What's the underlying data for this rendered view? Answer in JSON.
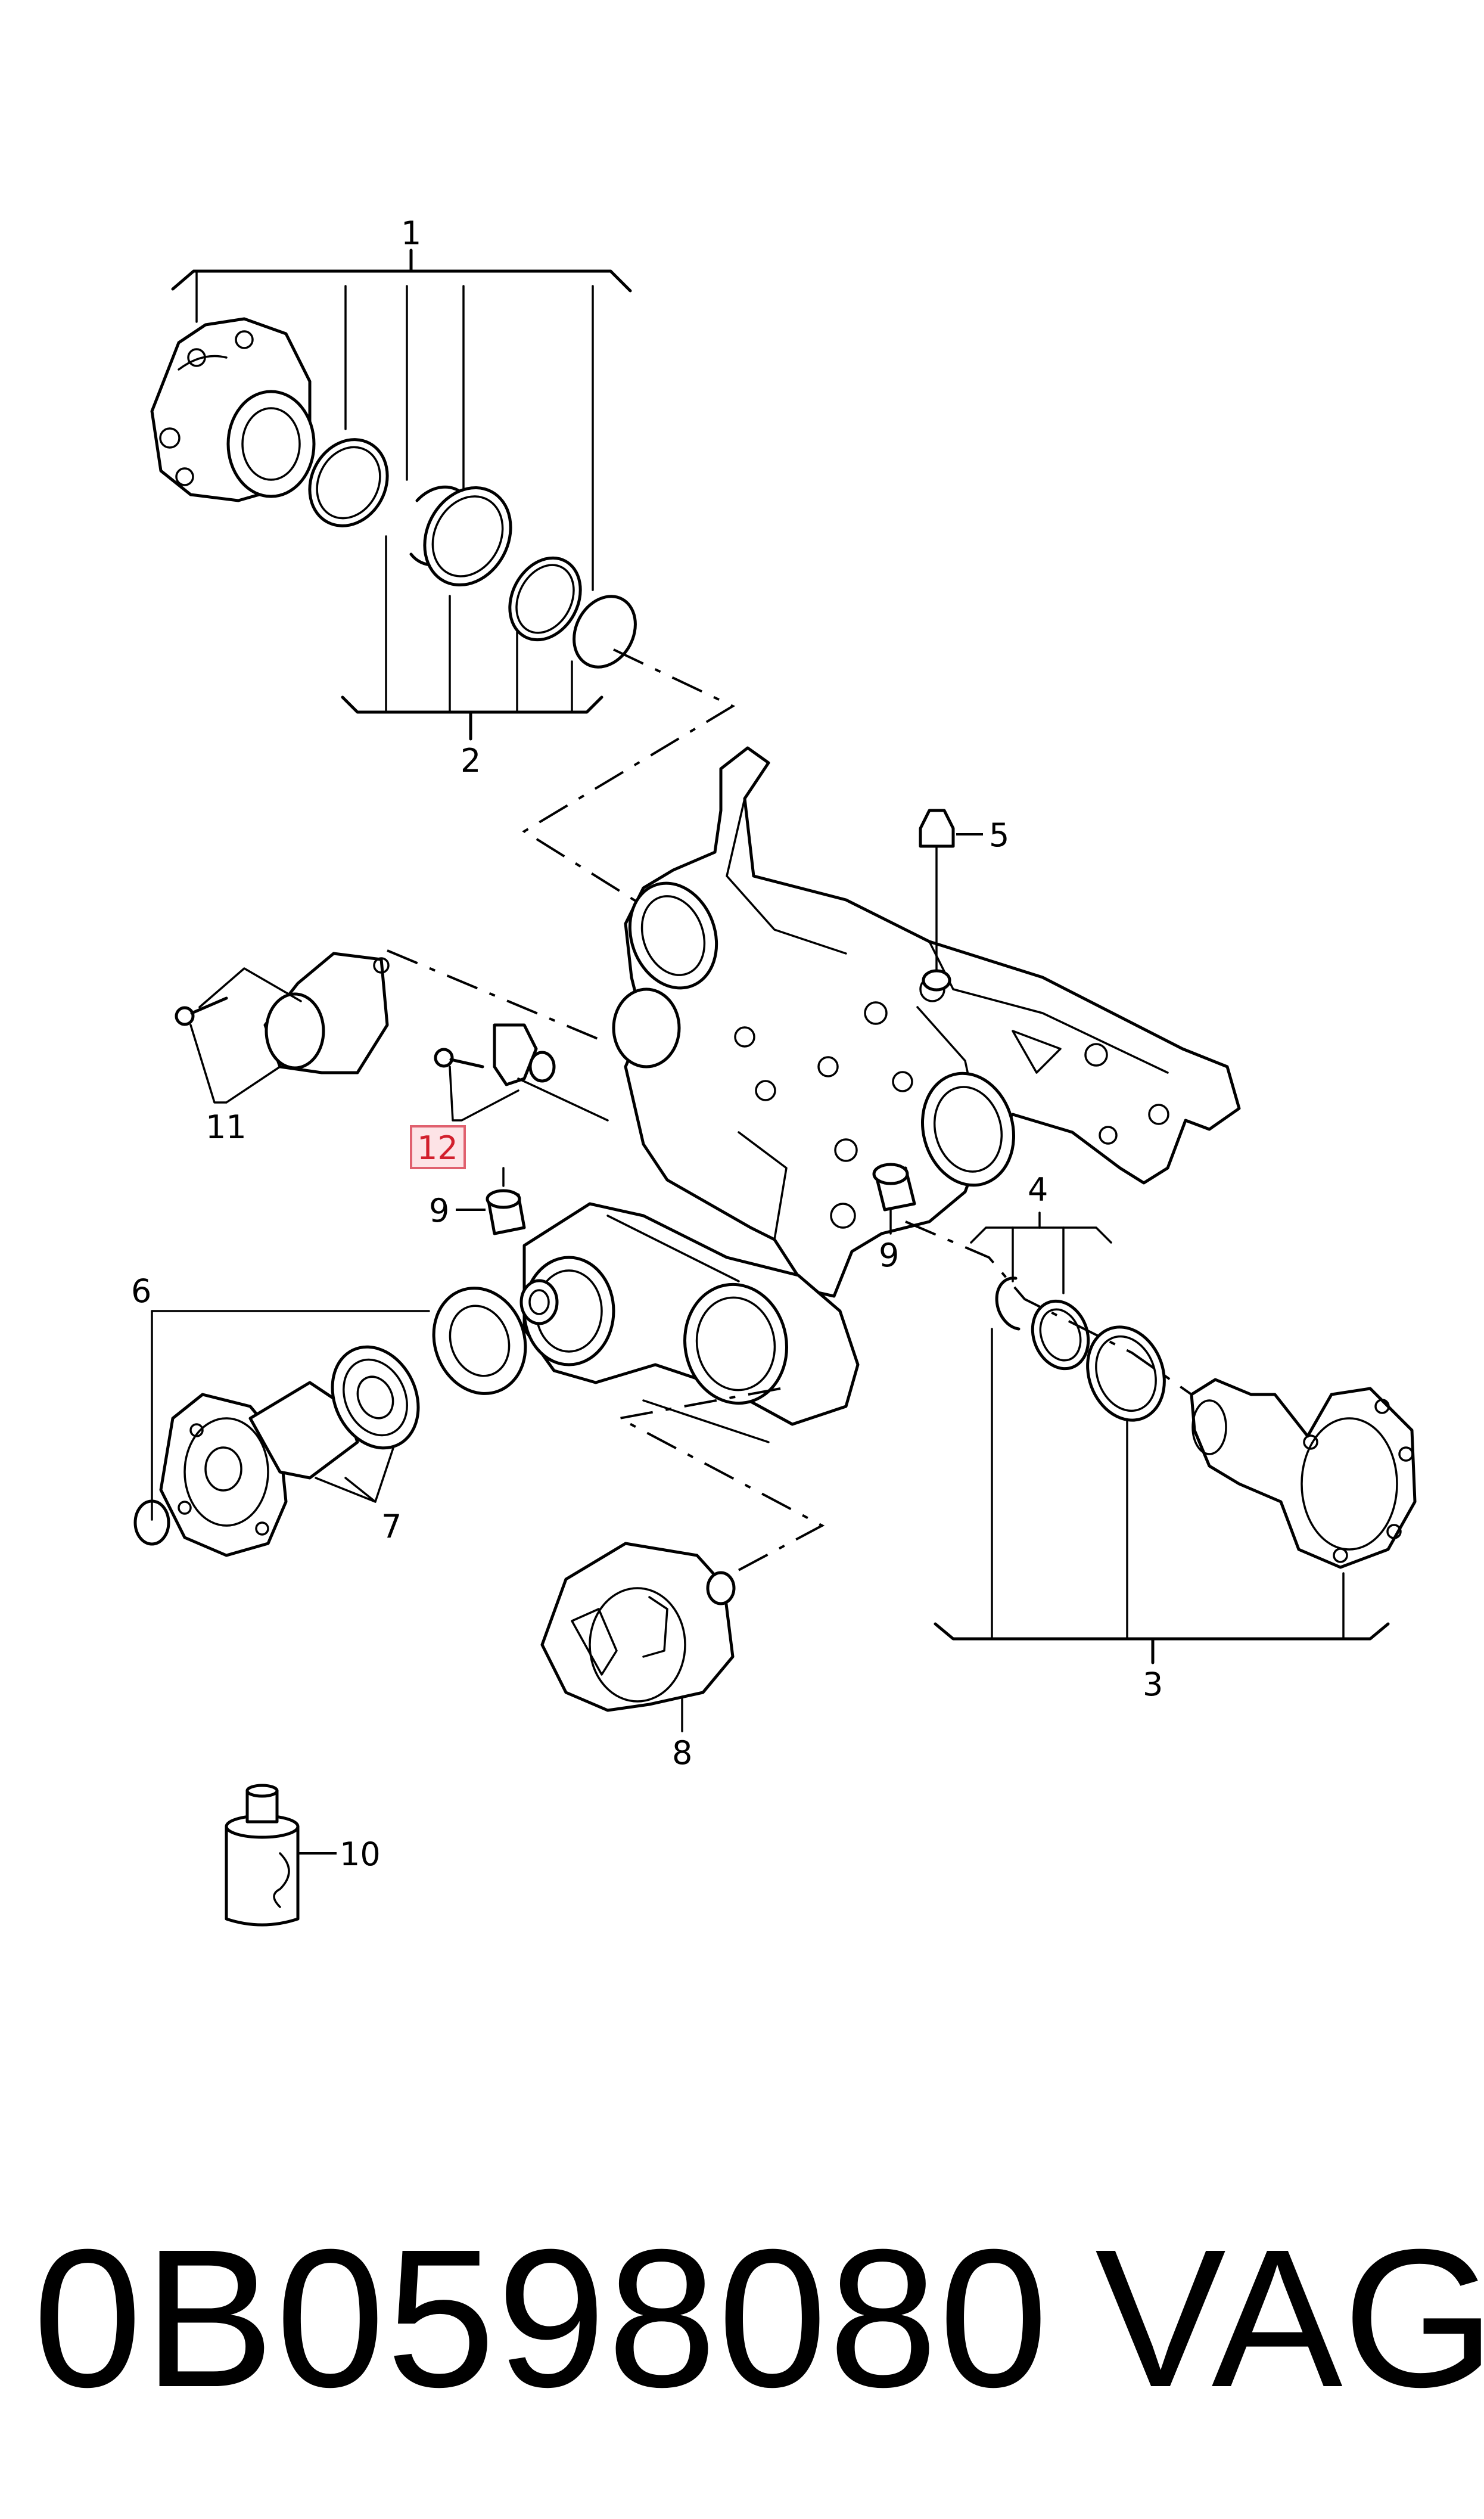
{
  "callouts": {
    "c1": "1",
    "c2": "2",
    "c3": "3",
    "c4": "4",
    "c5": "5",
    "c6": "6",
    "c7": "7",
    "c8": "8",
    "c9a": "9",
    "c9b": "9",
    "c10": "10",
    "c11": "11",
    "c12": "12"
  },
  "footer": {
    "part_number": "0B0598080",
    "brand": "VAG"
  },
  "colors": {
    "highlight_fill": "#fde3e6",
    "highlight_stroke": "#e0606e",
    "highlight_text": "#d21f2c"
  }
}
